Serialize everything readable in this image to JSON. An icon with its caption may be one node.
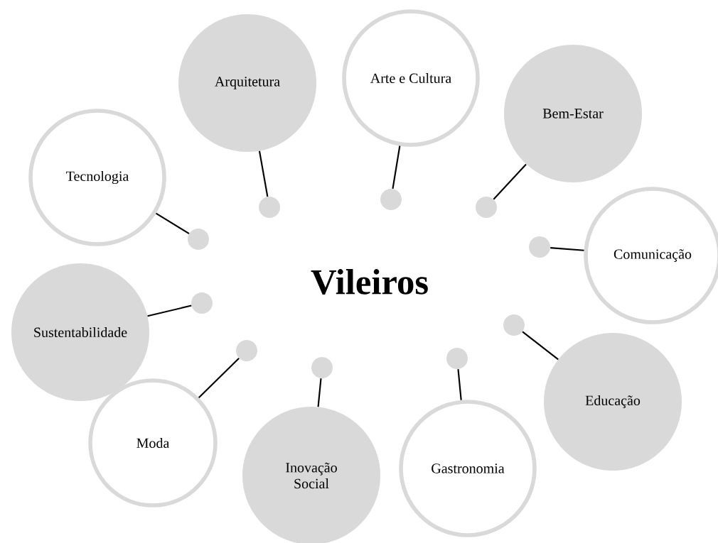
{
  "diagram": {
    "title": "Vileiros",
    "nodes": [
      {
        "text": [
          "Arquitetura"
        ]
      },
      {
        "text": [
          "Arte e Cultura"
        ]
      },
      {
        "text": [
          "Bem-Estar"
        ]
      },
      {
        "text": [
          "Tecnologia"
        ]
      },
      {
        "text": [
          "Comunicação"
        ]
      },
      {
        "text": [
          "Sustentabilidade"
        ]
      },
      {
        "text": [
          "Educação"
        ]
      },
      {
        "text": [
          "Moda"
        ]
      },
      {
        "text": [
          "Inovação Social"
        ]
      },
      {
        "text": [
          "Gastronomia"
        ]
      },
      {
        "text": [],
        "shape": "circle"
      },
      {
        "text": [],
        "shape": "circle"
      },
      {
        "text": [],
        "shape": "circle"
      },
      {
        "text": [],
        "shape": "circle"
      },
      {
        "text": [],
        "shape": "circle"
      },
      {
        "text": [],
        "shape": "circle"
      },
      {
        "text": [],
        "shape": "circle"
      },
      {
        "text": [],
        "shape": "circle"
      },
      {
        "text": [],
        "shape": "circle"
      },
      {
        "text": [],
        "shape": "circle"
      }
    ],
    "edges": [
      {
        "from": 0,
        "to": 10,
        "arrow": "none"
      },
      {
        "from": 1,
        "to": 11,
        "arrow": "none"
      },
      {
        "from": 2,
        "to": 12,
        "arrow": "none"
      },
      {
        "from": 3,
        "to": 13,
        "arrow": "none"
      },
      {
        "from": 4,
        "to": 14,
        "arrow": "none"
      },
      {
        "from": 5,
        "to": 15,
        "arrow": "none"
      },
      {
        "from": 6,
        "to": 16,
        "arrow": "none"
      },
      {
        "from": 7,
        "to": 17,
        "arrow": "none"
      },
      {
        "from": 8,
        "to": 18,
        "arrow": "none"
      },
      {
        "from": 9,
        "to": 19,
        "arrow": "none"
      }
    ]
  }
}
